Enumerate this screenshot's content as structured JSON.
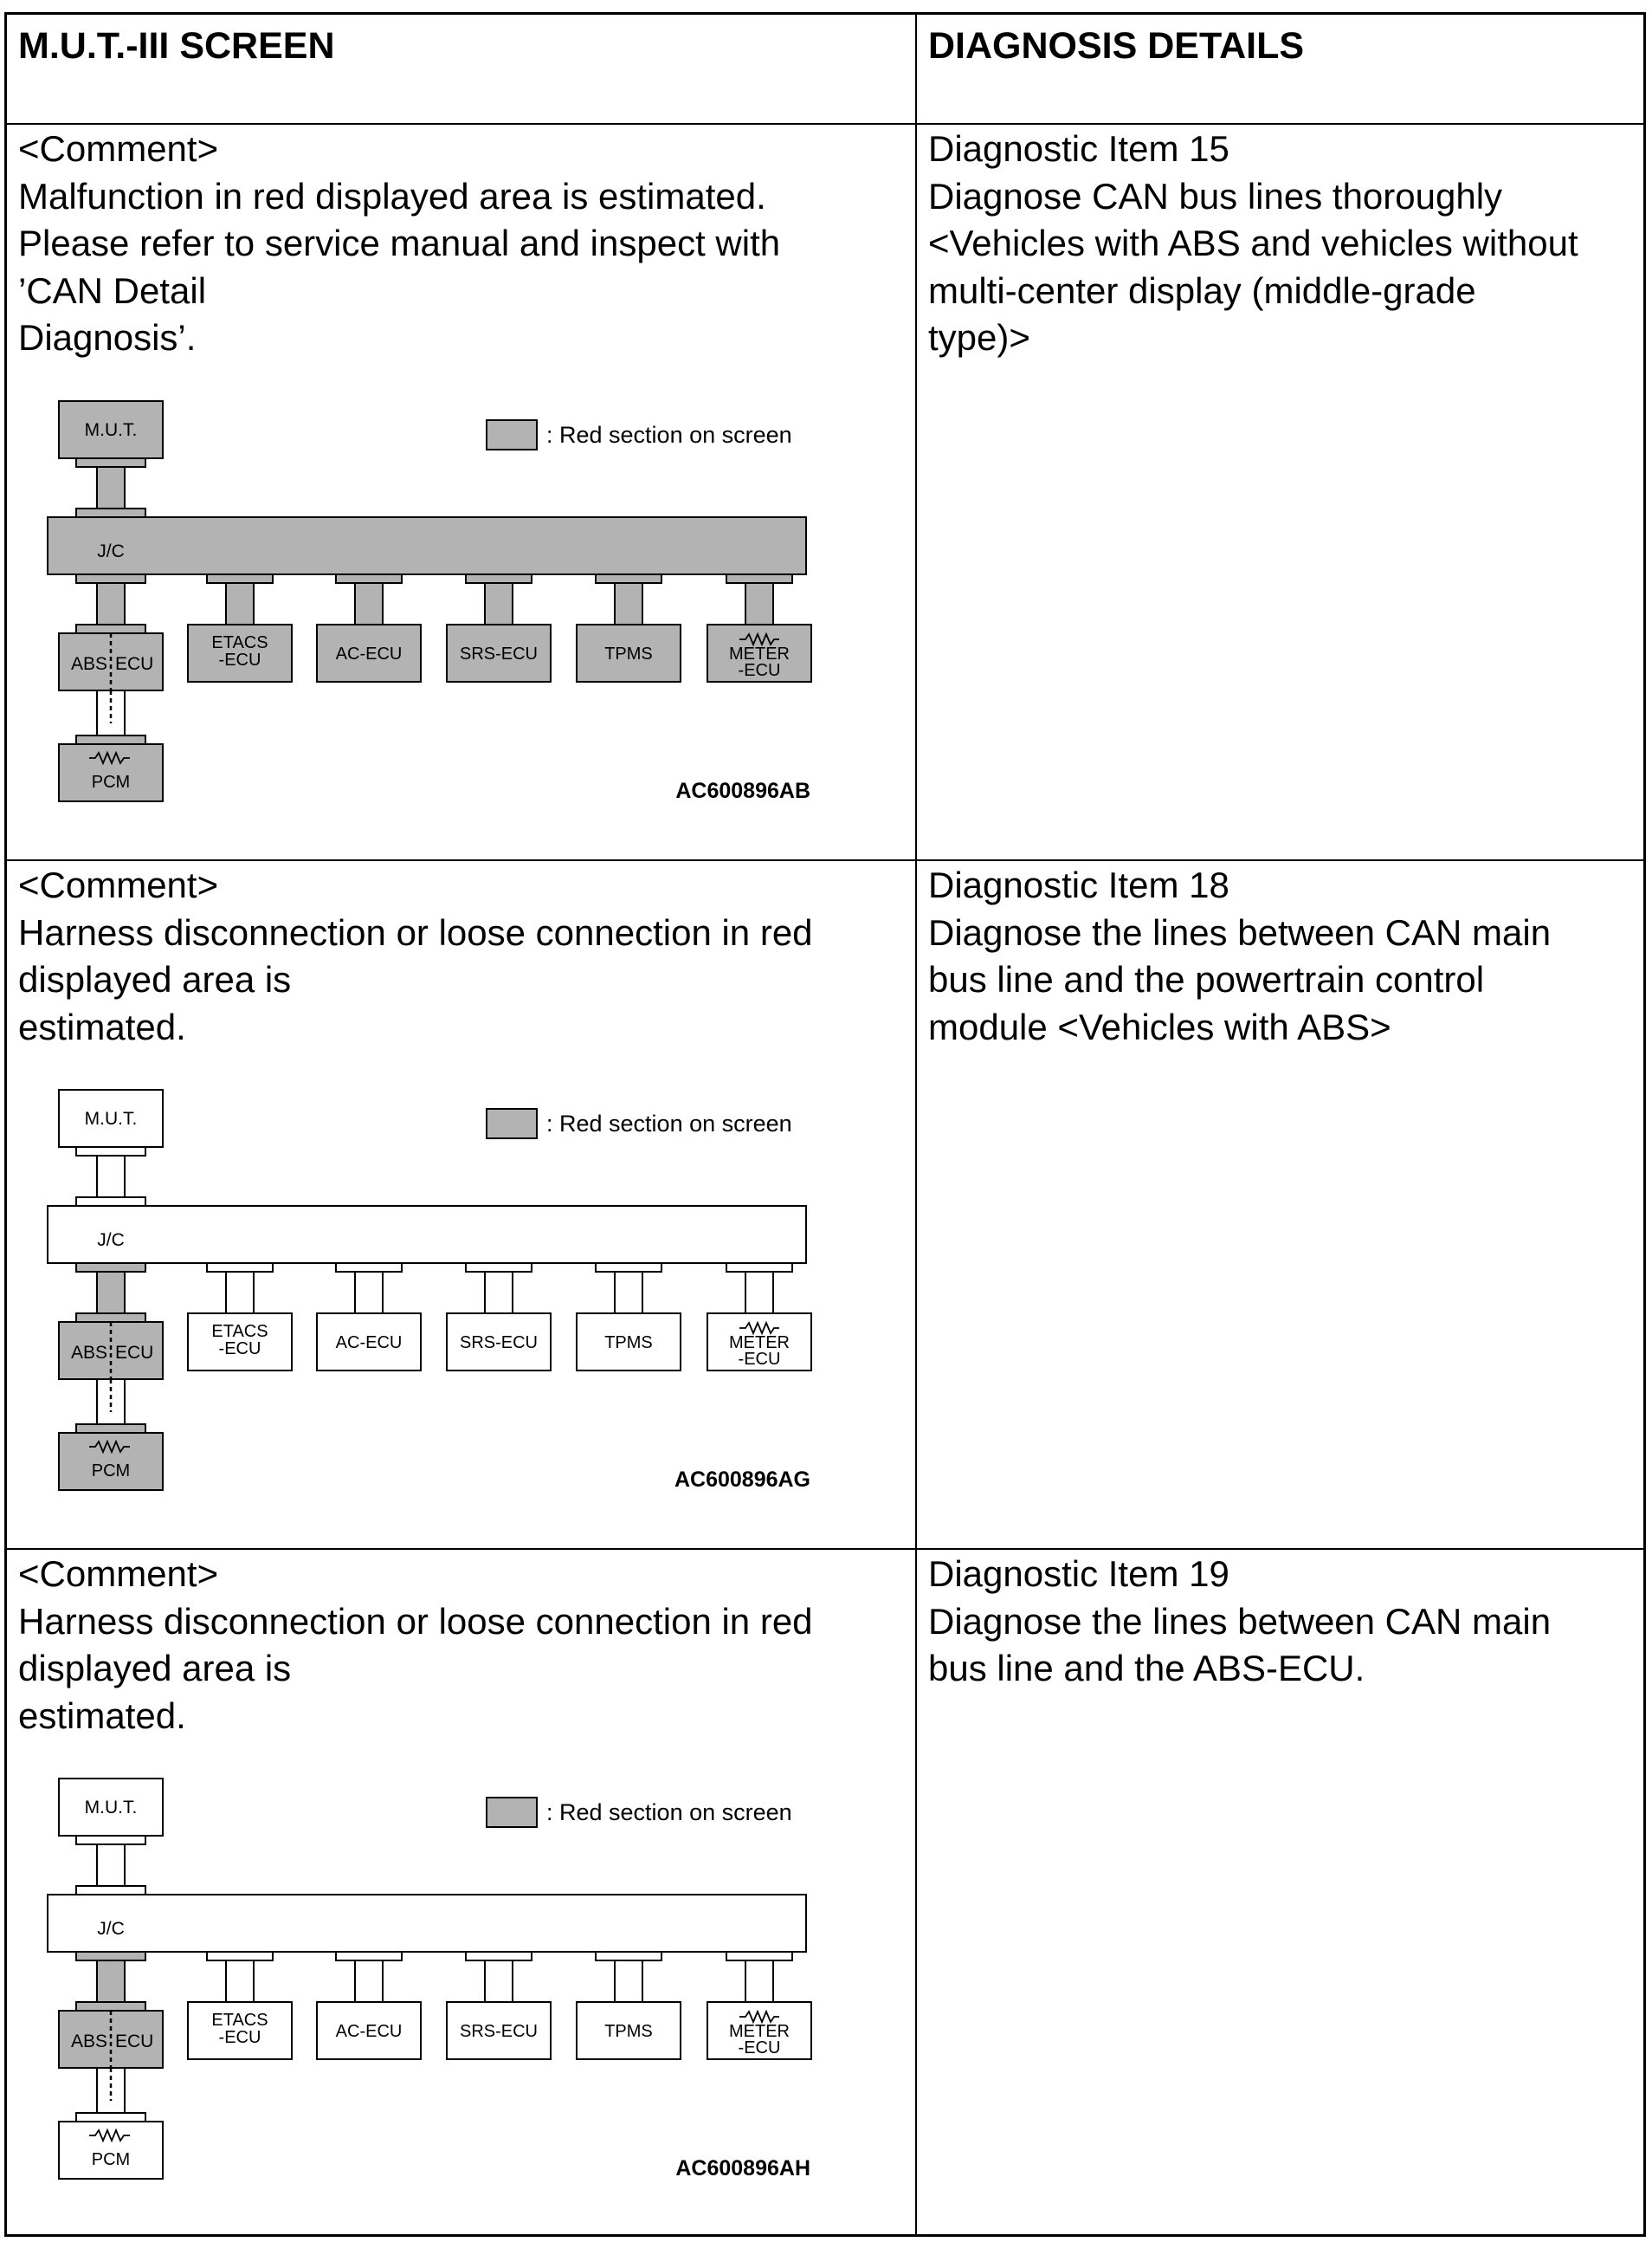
{
  "table": {
    "headers": {
      "left": "M.U.T.-III SCREEN",
      "right": "DIAGNOSIS DETAILS"
    },
    "rows": [
      {
        "comment_lines": [
          "<Comment>",
          "Malfunction in red displayed area is estimated.",
          "Please refer to service manual and inspect with",
          "’CAN Detail",
          "Diagnosis’."
        ],
        "diagnosis_lines": [
          "Diagnostic Item 15",
          "Diagnose CAN bus lines thoroughly",
          "<Vehicles with ABS and vehicles without",
          "multi-center display (middle-grade",
          "type)>"
        ],
        "figure": {
          "legend": ": Red section on screen",
          "figure_code": "AC600896AB",
          "nodes": {
            "mut": "M.U.T.",
            "jc": "J/C",
            "abs": "ABS",
            "abs_ecu": "ECU",
            "etacs_1": "ETACS",
            "etacs_2": "-ECU",
            "ac": "AC-ECU",
            "srs": "SRS-ECU",
            "tpms": "TPMS",
            "meter_1": "METER",
            "meter_2": "-ECU",
            "pcm": "PCM"
          },
          "highlighted": [
            "mut",
            "mut-link",
            "jc",
            "abs",
            "abs-link",
            "etacs",
            "etacs-link",
            "ac",
            "ac-link",
            "srs",
            "srs-link",
            "tpms",
            "tpms-link",
            "meter",
            "meter-link",
            "pcm",
            "pcm-link"
          ]
        }
      },
      {
        "comment_lines": [
          "<Comment>",
          "Harness disconnection or loose connection in red",
          "displayed area is",
          "estimated."
        ],
        "diagnosis_lines": [
          "Diagnostic Item 18",
          "Diagnose the lines between CAN main",
          "bus line and the powertrain control",
          "module <Vehicles with ABS>"
        ],
        "figure": {
          "legend": ": Red section on screen",
          "figure_code": "AC600896AG",
          "nodes": {
            "mut": "M.U.T.",
            "jc": "J/C",
            "abs": "ABS",
            "abs_ecu": "ECU",
            "etacs_1": "ETACS",
            "etacs_2": "-ECU",
            "ac": "AC-ECU",
            "srs": "SRS-ECU",
            "tpms": "TPMS",
            "meter_1": "METER",
            "meter_2": "-ECU",
            "pcm": "PCM"
          },
          "highlighted": [
            "abs",
            "abs-link",
            "pcm",
            "pcm-link"
          ]
        }
      },
      {
        "comment_lines": [
          "<Comment>",
          "Harness disconnection or loose connection in red",
          "displayed area is",
          "estimated."
        ],
        "diagnosis_lines": [
          "Diagnostic Item 19",
          "Diagnose the lines between CAN main",
          "bus line and the ABS-ECU."
        ],
        "figure": {
          "legend": ": Red section on screen",
          "figure_code": "AC600896AH",
          "nodes": {
            "mut": "M.U.T.",
            "jc": "J/C",
            "abs": "ABS",
            "abs_ecu": "ECU",
            "etacs_1": "ETACS",
            "etacs_2": "-ECU",
            "ac": "AC-ECU",
            "srs": "SRS-ECU",
            "tpms": "TPMS",
            "meter_1": "METER",
            "meter_2": "-ECU",
            "pcm": "PCM"
          },
          "highlighted": [
            "abs",
            "abs-link"
          ]
        }
      }
    ]
  },
  "colors": {
    "highlight": "#b3b3b3",
    "normal": "#ffffff",
    "line": "#000000"
  }
}
